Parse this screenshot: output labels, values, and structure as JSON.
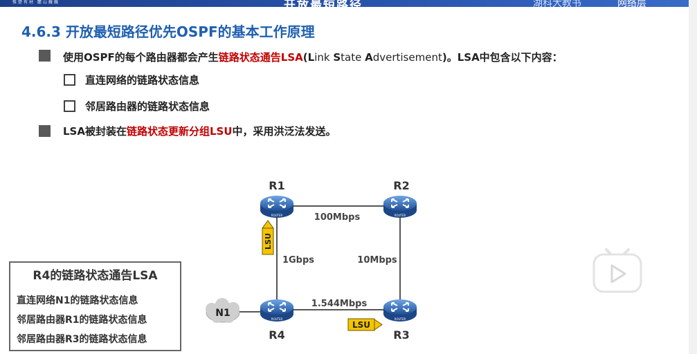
{
  "header": {
    "motto": "惟楚有材 麓山巍巍",
    "banner": "开放最短路径",
    "school": "湖科大教书",
    "brand": "网络层"
  },
  "slide": {
    "title": "4.6.3 开放最短路径优先OSPF的基本工作原理",
    "bullet1": {
      "pre": "使用OSPF的每个路由器都会产生",
      "highlight": "链路状态通告LSA",
      "paren_open": "(",
      "en_L": "L",
      "en_ink": "ink ",
      "en_S": "S",
      "en_tate": "tate ",
      "en_A": "A",
      "en_dvert": "dvertisement",
      "paren_close": ")",
      "post": "。LSA中包含以下内容："
    },
    "sub1": "直连网络的链路状态信息",
    "sub2": "邻居路由器的链路状态信息",
    "bullet2": {
      "pre": "LSA被封装在",
      "highlight": "链路状态更新分组LSU",
      "post": "中，采用洪泛法发送。"
    }
  },
  "diagram": {
    "routers": [
      "R1",
      "R2",
      "R3",
      "R4"
    ],
    "router_caption": "ROUTER",
    "network": "N1",
    "links": {
      "r1_r2": "100Mbps",
      "r2_r3": "10Mbps",
      "r1_r4": "1Gbps",
      "r4_r3": "1.544Mbps"
    },
    "lsu_label": "LSU",
    "colors": {
      "lsu_fill": "#f5c400",
      "router_blue": "#2a5fa8",
      "line": "#555555"
    }
  },
  "lsa_box": {
    "heading": "R4的链路状态通告LSA",
    "items": [
      "直连网络N1的链路状态信息",
      "邻居路由器R1的链路状态信息",
      "邻居路由器R3的链路状态信息"
    ]
  },
  "overlay": {
    "play_icon": "play-icon"
  }
}
